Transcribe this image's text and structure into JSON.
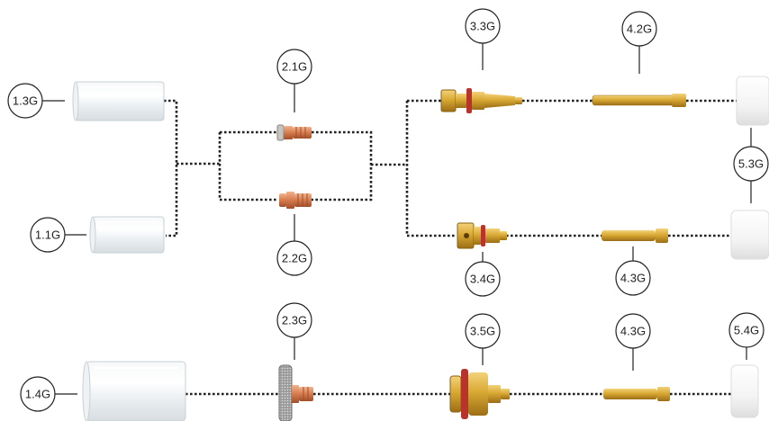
{
  "labels": {
    "l13g": "1.3G",
    "l11g": "1.1G",
    "l14g": "1.4G",
    "l21g": "2.1G",
    "l22g": "2.2G",
    "l23g": "2.3G",
    "l33g": "3.3G",
    "l34g": "3.4G",
    "l35g": "3.5G",
    "l42g": "4.2G",
    "l43g_mid": "4.3G",
    "l43g_bot": "4.3G",
    "l53g": "5.3G",
    "l54g": "5.4G"
  },
  "colors": {
    "glass": "#e9eef1",
    "copper": "#d77b4e",
    "brass": "#d7a93a",
    "ceramic": "#f3f3f3",
    "gasket": "#c0392b",
    "mesh": "#8a8a8a"
  }
}
